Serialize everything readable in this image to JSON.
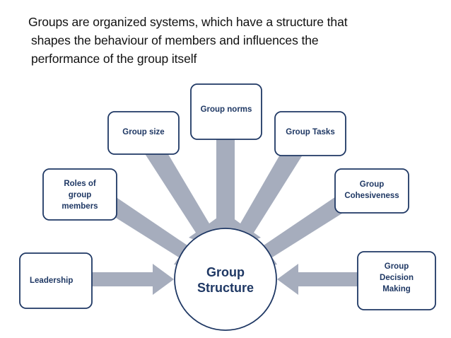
{
  "slide": {
    "background_color": "#ffffff",
    "heading": {
      "line1": "Groups are organized systems, which have a structure that",
      "line2": "shapes the behaviour of members and influences the",
      "line3": "performance of the group itself",
      "color": "#111111"
    }
  },
  "diagram": {
    "type": "radial-converging",
    "accent_color": "#1f3864",
    "arrow_color": "#a6adbd",
    "box_fill": "#ffffff",
    "center": {
      "label_line1": "Group",
      "label_line2": "Structure",
      "shape": "circle"
    },
    "nodes": [
      {
        "id": "group-size",
        "label_line1": "Group size",
        "label_line2": "",
        "label_line3": "",
        "align": "center",
        "arrow": "diagonal-down-right"
      },
      {
        "id": "group-norms",
        "label_line1": "Group norms",
        "label_line2": "",
        "label_line3": "",
        "align": "center",
        "arrow": "down"
      },
      {
        "id": "group-tasks",
        "label_line1": "Group Tasks",
        "label_line2": "",
        "label_line3": "",
        "align": "center",
        "arrow": "diagonal-down-left"
      },
      {
        "id": "roles-of-group-members",
        "label_line1": "Roles of",
        "label_line2": "group",
        "label_line3": "members",
        "align": "center",
        "arrow": "diagonal-down-right"
      },
      {
        "id": "group-cohesiveness",
        "label_line1": "Group",
        "label_line2": "Cohesiveness",
        "label_line3": "",
        "align": "center",
        "arrow": "diagonal-down-left"
      },
      {
        "id": "leadership",
        "label_line1": "Leadership",
        "label_line2": "",
        "label_line3": "",
        "align": "left",
        "arrow": "right"
      },
      {
        "id": "group-decision-making",
        "label_line1": "Group",
        "label_line2": "Decision",
        "label_line3": "Making",
        "align": "center",
        "arrow": "left"
      }
    ]
  }
}
